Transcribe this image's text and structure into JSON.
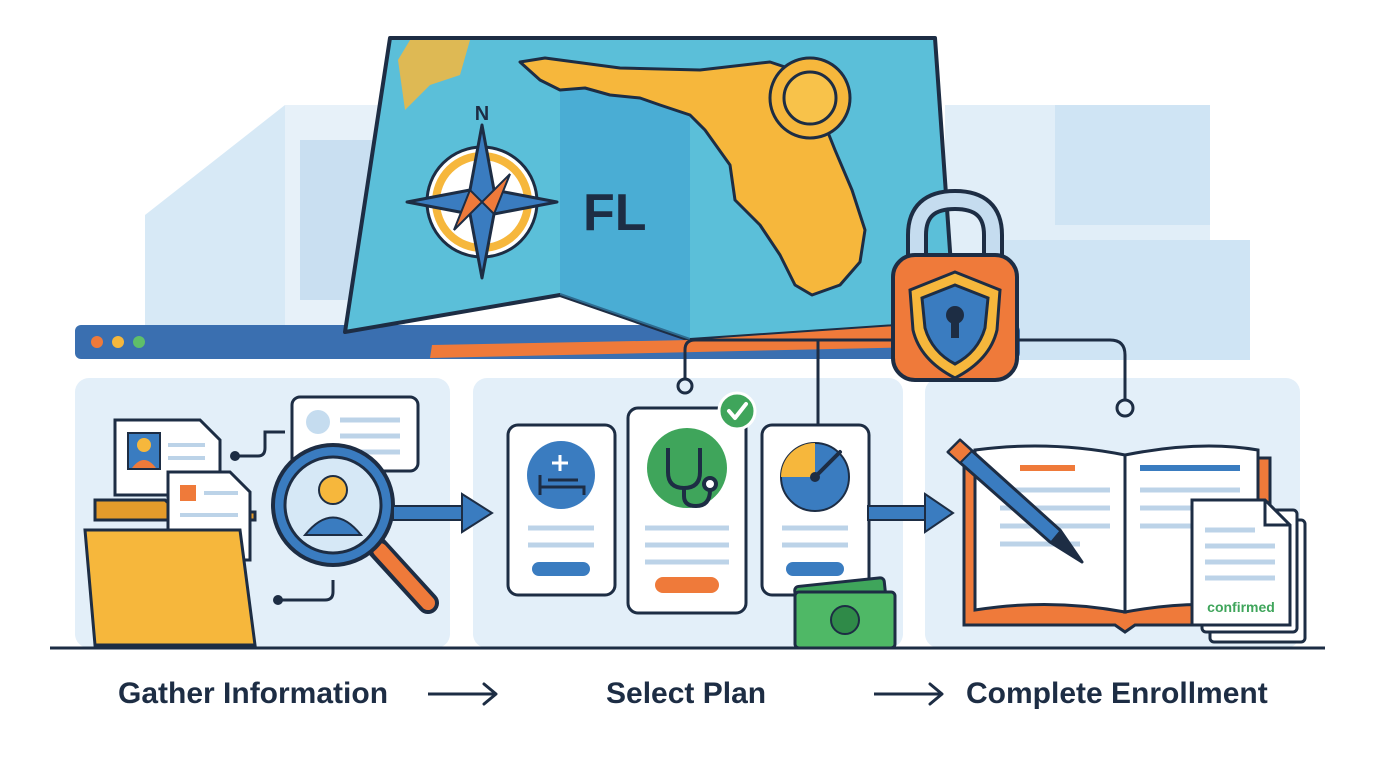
{
  "map": {
    "state_code": "FL",
    "compass_north": "N"
  },
  "confirmation": {
    "stamp_text": "confirmed"
  },
  "steps": [
    {
      "label": "Gather Information"
    },
    {
      "label": "Select Plan"
    },
    {
      "label": "Complete Enrollment"
    }
  ],
  "colors": {
    "navy": "#1d2d44",
    "blue": "#3a7cc0",
    "light_blue": "#d6e8f6",
    "sea": "#5bbfd9",
    "orange": "#ef7a3a",
    "yellow": "#f6b73c",
    "green": "#3fa55b"
  },
  "icons": [
    "compass-icon",
    "sun-icon",
    "padlock-shield-icon",
    "folder-icon",
    "id-card-icon",
    "magnifier-person-icon",
    "hospital-bed-icon",
    "stethoscope-icon",
    "gauge-icon",
    "checkmark-icon",
    "money-icon",
    "pen-icon",
    "open-book-icon",
    "document-icon"
  ]
}
